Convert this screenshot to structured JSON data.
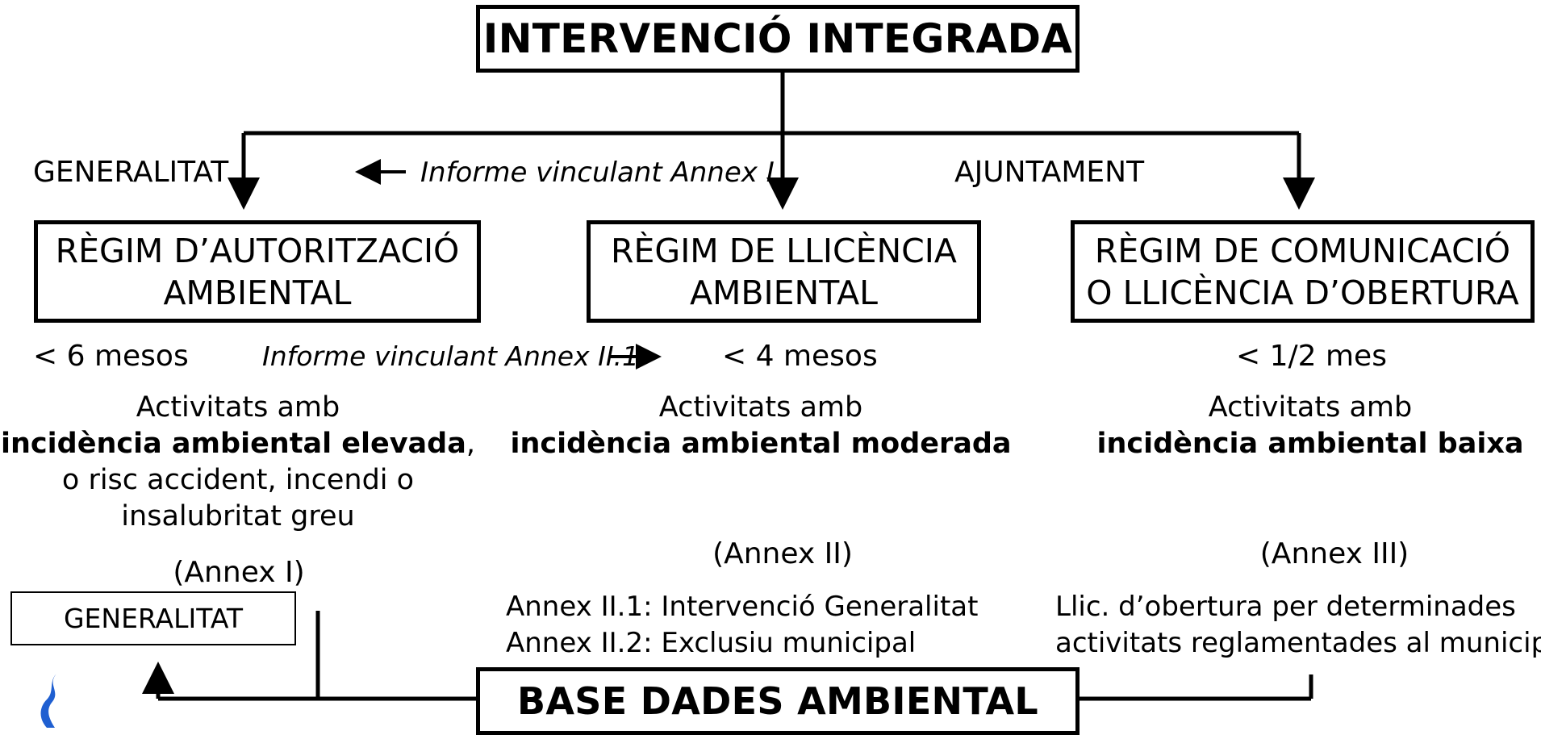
{
  "diagram": {
    "title": "INTERVENCIÓ INTEGRADA",
    "top_labels": {
      "generalitat": "GENERALITAT",
      "informe_annex_i": "Informe vinculant Annex I",
      "ajuntament": "AJUNTAMENT"
    },
    "regimes": [
      {
        "line1": "RÈGIM D’AUTORITZACIÓ",
        "line2": "AMBIENTAL",
        "term": "< 6 mesos",
        "desc_prefix": "Activitats amb",
        "desc_bold": "incidència ambiental elevada",
        "desc_suffix": ",",
        "desc_extra1": "o risc accident, incendi o",
        "desc_extra2": "insalubritat greu",
        "annex": "(Annex I)"
      },
      {
        "line1": "RÈGIM DE LLICÈNCIA",
        "line2": "AMBIENTAL",
        "term": "< 4 mesos",
        "desc_prefix": "Activitats amb",
        "desc_bold": "incidència ambiental moderada",
        "annex": "(Annex II)",
        "note1": "Annex II.1: Intervenció Generalitat",
        "note2": "Annex II.2: Exclusiu municipal"
      },
      {
        "line1": "RÈGIM DE COMUNICACIÓ",
        "line2": "O LLICÈNCIA D’OBERTURA",
        "term": "< 1/2 mes",
        "desc_prefix": "Activitats amb",
        "desc_bold": "incidència ambiental baixa",
        "annex": "(Annex III)",
        "note1": "Llic. d’obertura per determinades",
        "note2": "activitats reglamentades al municipi"
      }
    ],
    "informe_annex_ii1": "Informe vinculant Annex II.1",
    "bottom_generalitat": "GENERALITAT",
    "database": "BASE DADES AMBIENTAL",
    "colors": {
      "stroke": "#000000",
      "logo": "#1f5fd1"
    },
    "logo_icon": "flame-logo-icon"
  }
}
